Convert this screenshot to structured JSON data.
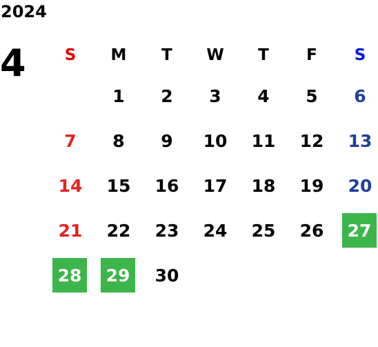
{
  "year": "2024",
  "month": "4",
  "weekdays": [
    "S",
    "M",
    "T",
    "W",
    "T",
    "F",
    "S"
  ],
  "colors": {
    "sunday": "#e52222",
    "saturday": "#1f3f9a",
    "holiday_bg": "#3cb54a",
    "holiday_text": "#ffffff"
  },
  "weeks": [
    [
      "",
      "1",
      "2",
      "3",
      "4",
      "5",
      "6"
    ],
    [
      "7",
      "8",
      "9",
      "10",
      "11",
      "12",
      "13"
    ],
    [
      "14",
      "15",
      "16",
      "17",
      "18",
      "19",
      "20"
    ],
    [
      "21",
      "22",
      "23",
      "24",
      "25",
      "26",
      "27"
    ],
    [
      "28",
      "29",
      "30",
      "",
      "",
      "",
      ""
    ]
  ],
  "holidays": [
    "27",
    "28",
    "29"
  ]
}
